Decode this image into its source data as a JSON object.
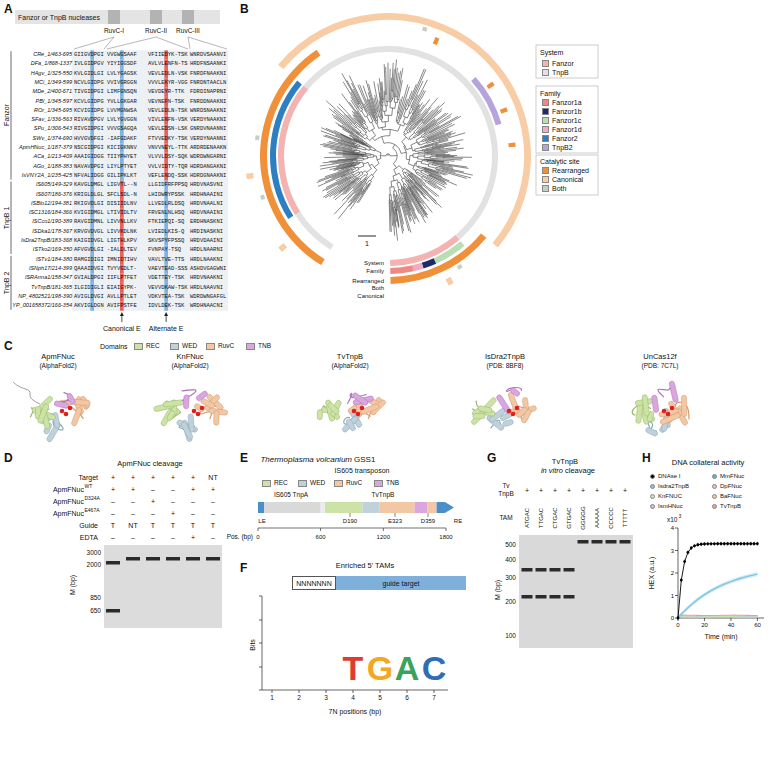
{
  "diagram": {
    "nodes": [
      {
        "text": [
          "Fanzor or TnpB nucleases"
        ]
      },
      {
        "text": [
          "guide target"
        ]
      },
      {
        "text": [
          "NNNNNNN"
        ]
      }
    ],
    "labels": [
      "A",
      "B",
      "C",
      "D",
      "E",
      "F",
      "G",
      "H",
      "Fanzor",
      "TnpB 1",
      "TnpB 2",
      "RuvC-I",
      "RuvC-II",
      "RuvC-III",
      "Canonical E",
      "Alternate E",
      "CRe_1/463-695",
      "GIIGVDPGI",
      "VVGWGSAAF",
      "VFIIEDYK-TSK",
      "WNRDVSAANVI",
      "DFa_1/868-1337",
      "IVLGIDPGV",
      "YIYIGGSDF",
      "AVLVLENFN-TS",
      "HRDFNSAANKI",
      "HAgv_1/325-550",
      "KVLGIDLGI",
      "LVLYGAGSK",
      "VEVLEDLN-VSK",
      "FNRDFNAAKNI",
      "MCi_1/349-599",
      "NCVLGIDPG",
      "VVIVGRGGN",
      "VVVLEKYR-VGG",
      "FNRDNTAACLN",
      "MDe_2/400-671",
      "TIVGIDPGI",
      "LIMFGNSQN",
      "VEVDEYR-TTK",
      "FDRDINAPRNI",
      "PBl_1/345-597",
      "KCVLGIDPG",
      "YVLLGKGAR",
      "VEVNEFN-TSK",
      "FNRDDNAAKNI",
      "ROr_1/345-695",
      "KCVIGIDPG",
      "LVVMGNWSA",
      "VEVLEDLN-TSK",
      "WNRDSNAAKNI",
      "SFav_1/336-563",
      "RIVAVDPGV",
      "LVLYGVGGN",
      "VIVLENFN-VSK",
      "VERDYNAAKNI",
      "SPu_1/306-543",
      "RIVGIDPGI",
      "VVVGSAGQA",
      "VEVLEDSN-LSK",
      "GNRDVNAANNI",
      "SWv_1/374-690",
      "HVVGVDFGI",
      "-IAFGDAKF",
      "FTVVEDKY-TSK",
      "VERDYNAANNI",
      "ApmHNuc_1/187-379",
      "NSCGIDPGI",
      "KICIGKNNV",
      "VNVVNEYL-TTK",
      "ARDRDENAAKN",
      "ACa_1/213-409",
      "AAAIGIDGG",
      "TIIYPHYET",
      "VLVVLDSY-SQK",
      "WDRDWNGARNI",
      "AGo_1/188-383",
      "NAVAVDPGI",
      "LIYLPTYET",
      "VVLVIDTY-TQR",
      "HDRDANGAKNI",
      "IsVNY2A_1/235-425",
      "NFVALIDGG",
      "GILIPKLKT",
      "VEFLENDQ-SSK",
      "HDRDGNAAKNI",
      "IS605/149-329",
      "KAVGLDMGL",
      "LIGVTL--N",
      "LLGIDFRFPPSQ",
      "HRDVNASVNI",
      "IS607/186-376",
      "KRIGLDLGL",
      "SFCLSDL-N",
      "LHIDWRYPSSK",
      "HRDHNAAINI",
      "ISBlo12/194-381",
      "RKIGVDLGI",
      "DISIIDLNV",
      "LLVEDLRLDSQ",
      "HRDVNAALNI",
      "ISC1316/184-366",
      "KVIGIDMGL",
      "LTIVIDLTV",
      "FRVENLNLHSQ",
      "HRDVNAAINI",
      "ISCco1/190-389",
      "RAVGIDMNL",
      "LIVVNLLKV",
      "FTKIEPQI-SQ",
      "ERDHNASKNI",
      "ISDka1/178-367",
      "KRVGVDVGL",
      "LIVVKDLNK",
      "LVIEDLKIS-Q",
      "HRDINASKNI",
      "IsDra2TnpB/183-368",
      "KAIGIDVGL",
      "LIGTHLKPV",
      "SKVSPYFPSSQ",
      "HRDVDAAINI",
      "ISTko2/169-350",
      "AFVGVDLGI",
      "-IALDLTEV",
      "FVNPAY-TSQ",
      "HRDLNAARNI",
      "ISTv1/184-380",
      "RAMGIDIGI",
      "IMNIDTIHV",
      "VAVLTVE-TTS",
      "HRDLNAAKNI",
      "ISNph17/214-399",
      "QAAAIDVGI",
      "TVYVGDLT-",
      "VAEVTEAD-SSS",
      "ASHDVGAGWNI",
      "ISRArma1/158-347",
      "GVIALDPGI",
      "IIFLPTFET",
      "VDETTEY-TSK",
      "HRDVNAAKNI",
      "TvTnpB/181-365",
      "ILGIDIGLI",
      "EIAIGYPK-",
      "VEVVDKAW-TSK",
      "HRDLNAAVNI",
      "NP_4802521/198-390",
      "AVIGLDVGI",
      "AVLLPTLET",
      "VDKVTEA-TSK",
      "WDRDWNGAFGL",
      "YP_001658372/166-354",
      "AKVIGLDGN",
      "AVIFPSTFE",
      "IDVLDEK-TSK",
      "WRDHNAACNI",
      "System",
      "Family",
      "Catalytic site",
      "System",
      "Family",
      "Rearranged",
      "Both",
      "Canonical",
      "1",
      "Domains",
      "ApmFNuc",
      "(AlphaFold2)",
      "KnFNuc",
      "(AlphaFold2)",
      "TvTnpB",
      "(AlphaFold2)",
      "IsDra2TnpB",
      "(PDB: 8BF8)",
      "UnCas12f",
      "(PDB: 7C7L)",
      "ApmFNuc cleavage",
      "Target",
      "ApmFNuc",
      "WT",
      "ApmFNuc",
      "D324A",
      "ApmFNuc",
      "E467A",
      "Guide",
      "EDTA",
      "+",
      "+",
      "+",
      "+",
      "+",
      "NT",
      "+",
      "+",
      "–",
      "–",
      "+",
      "+",
      "–",
      "–",
      "+",
      "–",
      "–",
      "–",
      "–",
      "–",
      "–",
      "+",
      "–",
      "–",
      "T",
      "NT",
      "T",
      "T",
      "T",
      "T",
      "–",
      "–",
      "–",
      "–",
      "+",
      "–",
      "3000",
      "2000",
      "850",
      "650",
      "M (bp)",
      "Thermoplasma volcanium",
      "GSS1",
      "IS605 transposon",
      "IS605 TnpA",
      "TvTnpB",
      "LE",
      "D190",
      "E323",
      "D359",
      "RE",
      "Pos. (bp)",
      "0",
      "600",
      "1200",
      "1800",
      "Enriched 5' TAMs",
      "Bits",
      "1",
      "2",
      "3",
      "4",
      "5",
      "6",
      "7",
      "7N positions (bp)",
      "T",
      "G",
      "A",
      "C",
      "TvTnpB",
      "in vitro",
      "cleavage",
      "Tv",
      "TnpB",
      "+",
      "+",
      "+",
      "+",
      "+",
      "+",
      "+",
      "+",
      "TAM",
      "ATGAC",
      "TTGAC",
      "CTGAC",
      "GTGAC",
      "GGGGG",
      "AAAAA",
      "CCCCC",
      "TTTTT",
      "500",
      "400",
      "300",
      "200",
      "100",
      "M (bp)",
      "DNA collateral activity",
      "HEX (a.u.)",
      "x10",
      "3",
      "0",
      "1",
      "2",
      "3",
      "4",
      "0",
      "20",
      "40",
      "60",
      "Time (min)"
    ],
    "legend": [
      {
        "text": "Fanzor",
        "color": "#f4b3b0"
      },
      {
        "text": "TnpB",
        "color": "#e2e2e2"
      },
      {
        "text": "Fanzor1a",
        "color": "#ee8a83"
      },
      {
        "text": "Fanzor1b",
        "color": "#1c2b6e"
      },
      {
        "text": "Fanzor1c",
        "color": "#b9deb1"
      },
      {
        "text": "Fanzor1d",
        "color": "#f5a8c0"
      },
      {
        "text": "Fanzor2",
        "color": "#2d7fc1"
      },
      {
        "text": "TnpB2",
        "color": "#b7a3dc"
      },
      {
        "text": "Rearranged",
        "color": "#f0913a"
      },
      {
        "text": "Canonical",
        "color": "#f8cda5"
      },
      {
        "text": "Both",
        "color": "#c5cec5"
      },
      {
        "text": "REC",
        "color": "#cde3a6"
      },
      {
        "text": "WED",
        "color": "#bfd2dc"
      },
      {
        "text": "RuvC",
        "color": "#f2c7a4"
      },
      {
        "text": "TNB",
        "color": "#d9a6e0"
      },
      {
        "text": "REC",
        "color": "#cde3a6"
      },
      {
        "text": "WED",
        "color": "#bfd2dc"
      },
      {
        "text": "RuvC",
        "color": "#f2c7a4"
      },
      {
        "text": "TNB",
        "color": "#d9a6e0"
      },
      {
        "text": "DNAse I",
        "color": "#000000"
      },
      {
        "text": "Isdra2TnpB",
        "color": "#7fc4e8"
      },
      {
        "text": "KnFNUC",
        "color": "#c7e3b5"
      },
      {
        "text": "IsmHNuc",
        "color": "#c9b8e0"
      },
      {
        "text": "MmFNuc",
        "color": "#5fb7b5"
      },
      {
        "text": "DpFNuc",
        "color": "#f3b6c8"
      },
      {
        "text": "BaFNuc",
        "color": "#f8c58c"
      },
      {
        "text": "TvTnpB",
        "color": "#f29aa8"
      }
    ]
  }
}
